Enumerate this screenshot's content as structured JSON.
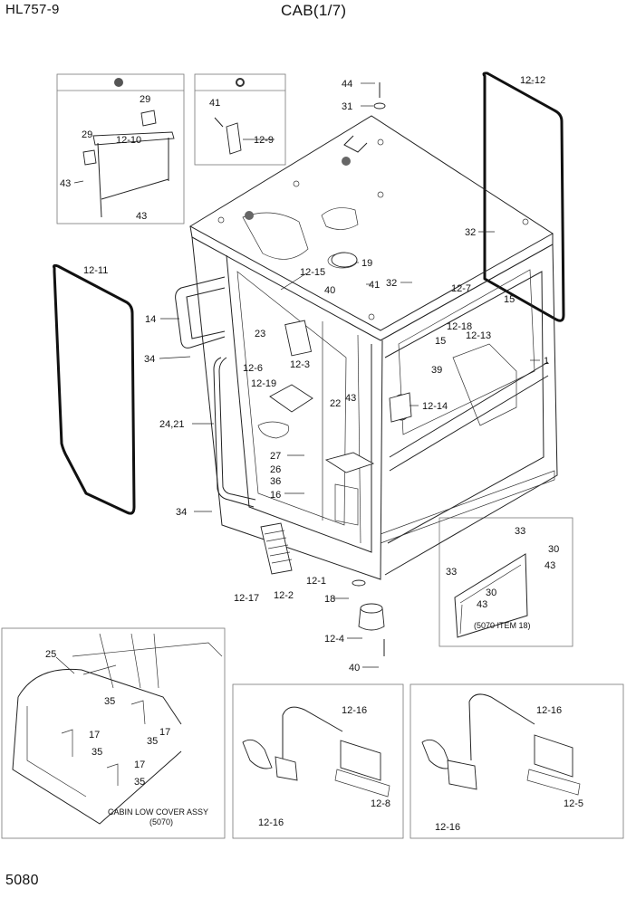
{
  "header": {
    "model": "HL757-9",
    "title": "CAB(1/7)"
  },
  "footer": {
    "page_number": "5080"
  },
  "labels": {
    "l44": "44",
    "l31": "31",
    "l12_12": "12-12",
    "l41a": "41",
    "l12_9": "12-9",
    "l29a": "29",
    "l29b": "29",
    "l12_10": "12-10",
    "l43a": "43",
    "l43b": "43",
    "l32a": "32",
    "l12_11": "12-11",
    "l19": "19",
    "l12_15": "12-15",
    "l40a": "40",
    "l41b": "41",
    "l32b": "32",
    "l12_7": "12-7",
    "l15a": "15",
    "l14": "14",
    "l12_18": "12-18",
    "l15b": "15",
    "l12_13": "12-13",
    "l23": "23",
    "l34a": "34",
    "l1": "1",
    "l12_3": "12-3",
    "l12_6": "12-6",
    "l39": "39",
    "l12_19": "12-19",
    "l22": "22",
    "l43c": "43",
    "l12_14": "12-14",
    "l24_21": "24,21",
    "l27": "27",
    "l26": "26",
    "l36": "36",
    "l16": "16",
    "l34b": "34",
    "l33a": "33",
    "l30a": "30",
    "l43d": "43",
    "l33b": "33",
    "l30b": "30",
    "l43e": "43",
    "l12_1": "12-1",
    "l12_17": "12-17",
    "l12_2": "12-2",
    "l18": "18",
    "l5070_item18": "(5070 ITEM 18)",
    "l12_4": "12-4",
    "l40b": "40",
    "l25": "25",
    "l35a": "35",
    "l17a": "17",
    "l35b": "35",
    "l17b": "17",
    "l35c": "35",
    "l17c": "17",
    "l35d": "35",
    "cabin_low_cover": "CABIN LOW COVER ASSY",
    "l5070": "(5070)",
    "l12_16a": "12-16",
    "l12_16b": "12-16",
    "l12_8": "12-8",
    "l12_16c": "12-16",
    "l12_16d": "12-16",
    "l12_5": "12-5"
  }
}
